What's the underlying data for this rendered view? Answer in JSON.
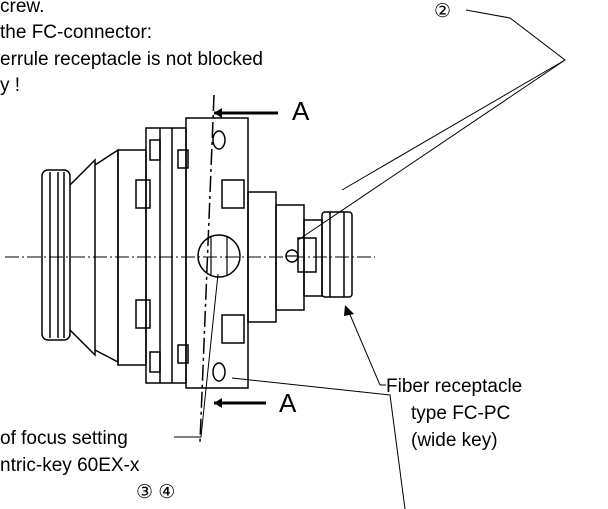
{
  "notes": {
    "line1": "crew.",
    "line2": "the FC-connector:",
    "line3": "errule receptacle is not blocked",
    "line4": "y !"
  },
  "callouts": {
    "two": "②",
    "three_four": "③ ④"
  },
  "section": {
    "top": "A",
    "bottom": "A"
  },
  "fiber_label": {
    "line1": "Fiber receptacle",
    "line2": "type FC-PC",
    "line3": "(wide key)"
  },
  "focus_label": {
    "line1": "of focus setting",
    "line2": "ntric-key 60EX-x"
  }
}
